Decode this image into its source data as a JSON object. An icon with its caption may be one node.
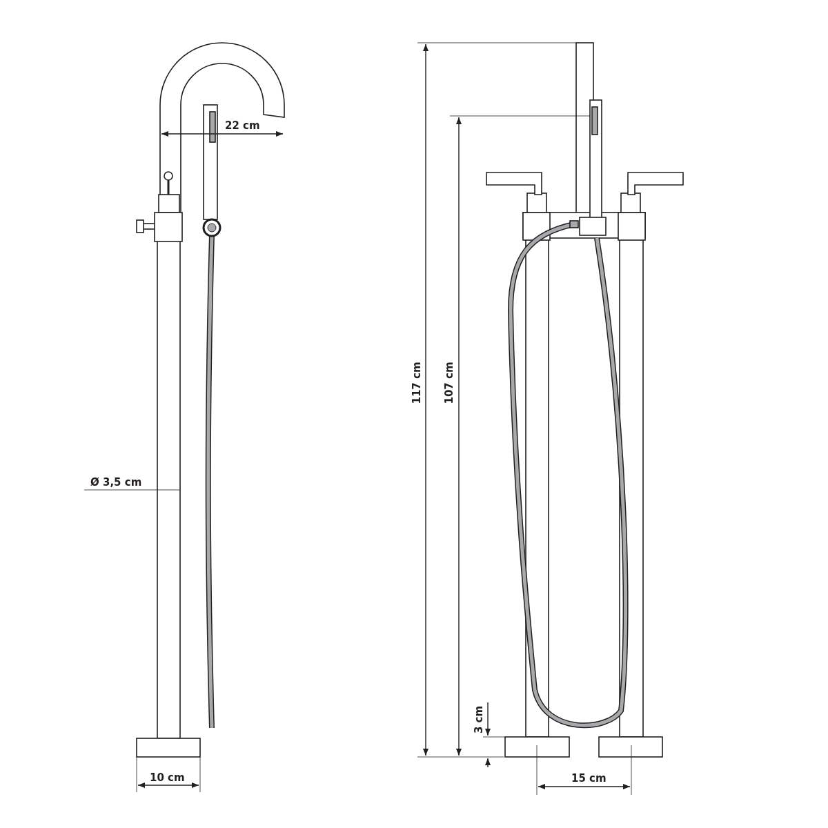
{
  "diagram": {
    "labels": [
      "22 cm",
      "117 cm",
      "107 cm",
      "Ø 3,5 cm",
      "3 cm",
      "10 cm",
      "15 cm"
    ]
  }
}
